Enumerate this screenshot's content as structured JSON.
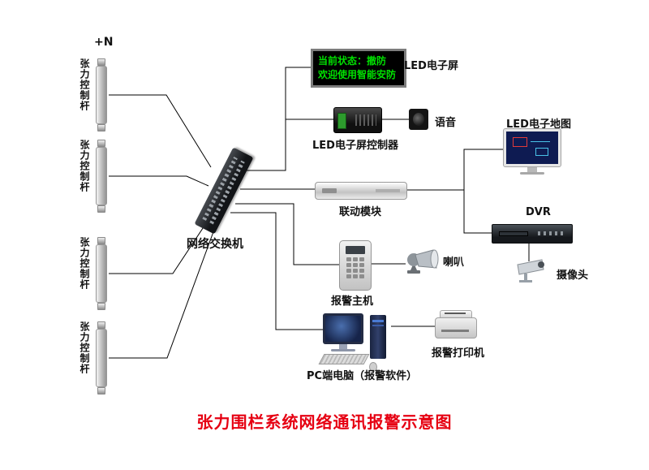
{
  "diagram_title": "张力围栏系统网络通讯报警示意图",
  "annotation_plus_n": "+N",
  "tension_rod": {
    "label": "张力控制杆"
  },
  "network_switch": {
    "label": "网络交换机"
  },
  "led_screen": {
    "label": "LED电子屏",
    "line1": "当前状态：撤防",
    "line2": "欢迎使用智能安防"
  },
  "led_controller": {
    "label": "LED电子屏控制器"
  },
  "voice": {
    "label": "语音"
  },
  "linkage_module": {
    "label": "联动模块"
  },
  "led_map": {
    "label": "LED电子地图"
  },
  "dvr": {
    "label": "DVR"
  },
  "camera": {
    "label": "摄像头"
  },
  "alarm_host": {
    "label": "报警主机"
  },
  "horn": {
    "label": "喇叭"
  },
  "pc": {
    "label": "PC端电脑（报警软件）"
  },
  "printer": {
    "label": "报警打印机"
  },
  "colors": {
    "title": "#e60012",
    "led_text": "#00e000",
    "line": "#000000"
  }
}
